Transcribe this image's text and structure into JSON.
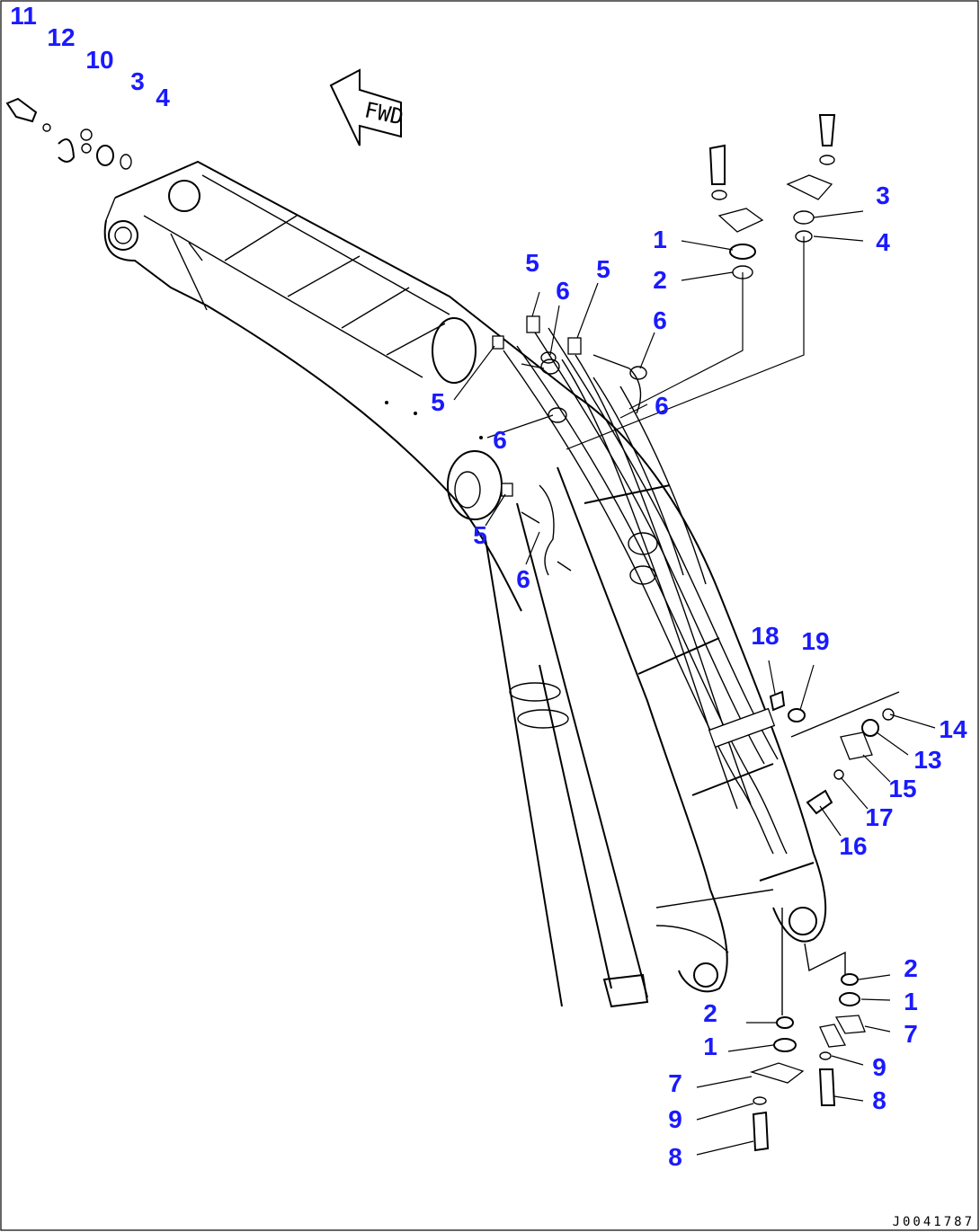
{
  "drawing": {
    "direction_label": "FWD",
    "drawing_code": "J0041787",
    "callout_color": "#1a1aff"
  },
  "callouts": {
    "c11": "11",
    "c12": "12",
    "c10": "10",
    "c3a": "3",
    "c4a": "4",
    "c3b": "3",
    "c4b": "4",
    "c1a": "1",
    "c2a": "2",
    "c5a": "5",
    "c6a": "6",
    "c5b": "5",
    "c6b": "6",
    "c5c": "5",
    "c6c": "6",
    "c6d": "6",
    "c5d": "5",
    "c6e": "6",
    "c18": "18",
    "c19": "19",
    "c14": "14",
    "c13": "13",
    "c15": "15",
    "c17": "17",
    "c16": "16",
    "c2b": "2",
    "c1b": "1",
    "c7a": "7",
    "c9a": "9",
    "c8a": "8",
    "c2c": "2",
    "c1c": "1",
    "c7b": "7",
    "c9b": "9",
    "c8b": "8"
  }
}
